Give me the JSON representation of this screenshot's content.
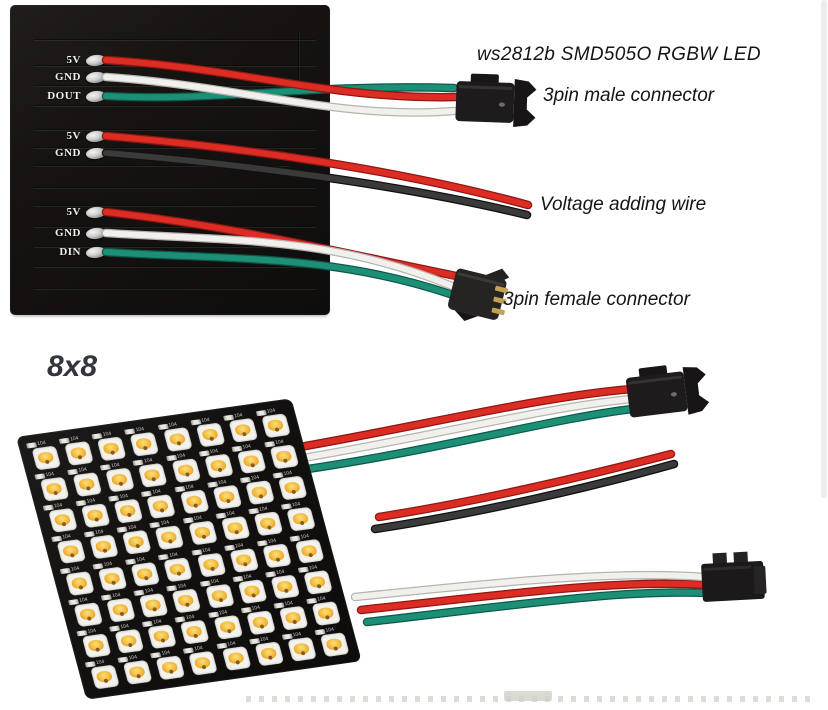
{
  "page": {
    "background": "#ffffff"
  },
  "colors": {
    "wire_red": "#dd2c23",
    "wire_white": "#f1f0ec",
    "wire_green": "#1d8f76",
    "wire_black": "#3a3a3a",
    "panel_black": "#141210",
    "connector_black": "#1e1c1c",
    "pin_gold": "#c3a254",
    "led_phosphor": "#f2b83d"
  },
  "annotations": {
    "title": "ws2812b SMD505O RGBW LED",
    "male_connector": "3pin male connector",
    "voltage_wire": "Voltage adding wire",
    "female_connector": "3pin female connector",
    "matrix_size": "8x8"
  },
  "back_panel": {
    "pad_groups": [
      {
        "pads": [
          {
            "label": "5V",
            "wire": "red"
          },
          {
            "label": "GND",
            "wire": "white"
          },
          {
            "label": "DOUT",
            "wire": "green"
          }
        ]
      },
      {
        "pads": [
          {
            "label": "5V",
            "wire": "red"
          },
          {
            "label": "GND",
            "wire": "black"
          }
        ]
      },
      {
        "pads": [
          {
            "label": "5V",
            "wire": "red"
          },
          {
            "label": "GND",
            "wire": "white"
          },
          {
            "label": "DIN",
            "wire": "green"
          }
        ]
      }
    ]
  },
  "matrix": {
    "rows": 8,
    "cols": 8,
    "led_count": 64,
    "cap_label": "104"
  }
}
